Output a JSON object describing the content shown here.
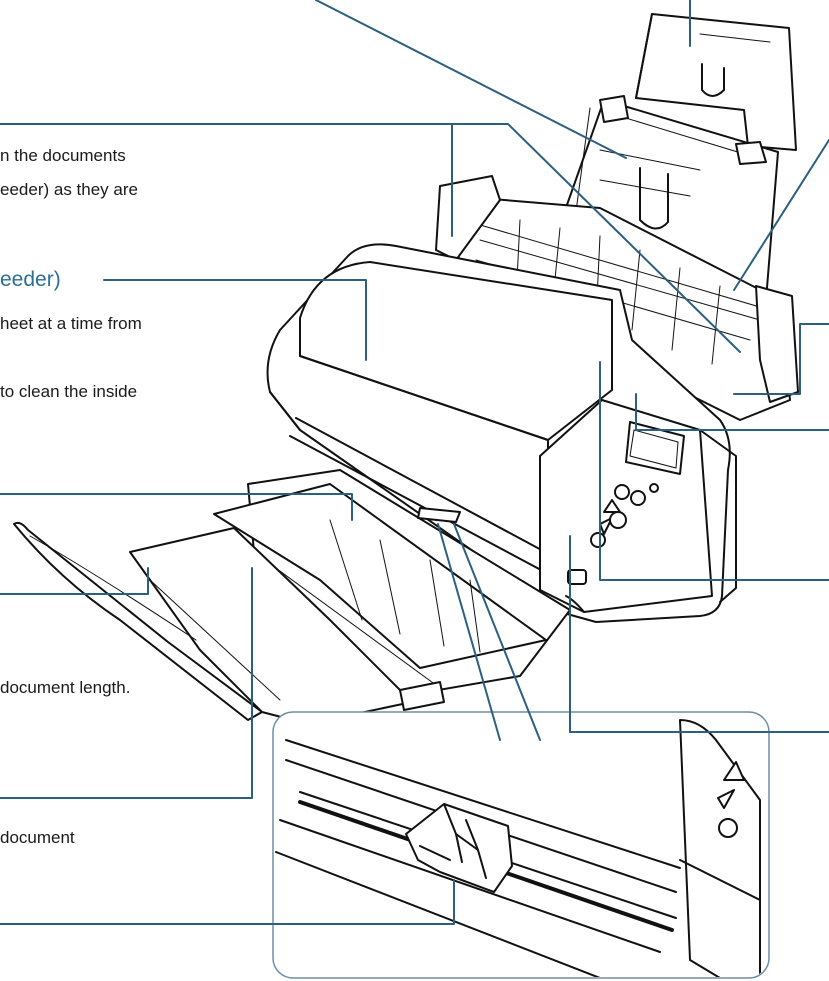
{
  "annotations": {
    "paper_chute_text_1": "n the documents",
    "paper_chute_text_2": "eeder) as they are",
    "adf_heading": "eeder)",
    "adf_text_1": "heet at a time from",
    "adf_text_2": "to clean the inside",
    "stacker_text": "document length.",
    "stopper_text": "document"
  },
  "colors": {
    "leader_line": "#2d5f7f",
    "inset_border": "#6e8ea6",
    "heading_text": "#2d6f95",
    "body_text": "#1a1a1a",
    "drawing_stroke": "#111111"
  },
  "icons": [
    "scanner-drawing",
    "side-guide-drawing",
    "close-up-inset"
  ]
}
